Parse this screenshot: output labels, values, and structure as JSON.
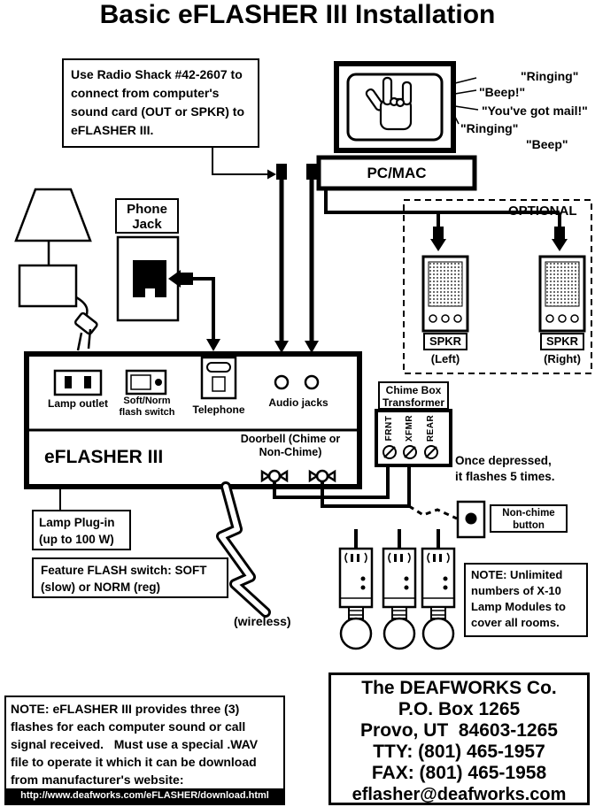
{
  "title": "Basic eFLASHER III Installation",
  "radio_note": "Use Radio Shack #42-2607 to connect from computer's sound card (OUT or SPKR) to eFLASHER III.",
  "computer": {
    "label": "PC/MAC"
  },
  "sounds": [
    "\"Ringing\"",
    "\"Beep!\"",
    "\"You've got mail!\"",
    "\"Ringing\"",
    "\"Beep\""
  ],
  "optional": {
    "label": "OPTIONAL",
    "speakers": [
      {
        "name": "SPKR",
        "pos": "(Left)"
      },
      {
        "name": "SPKR",
        "pos": "(Right)"
      }
    ]
  },
  "phone_jack_label": "Phone Jack",
  "flasher": {
    "name": "eFLASHER III",
    "lamp_outlet": "Lamp outlet",
    "flash_switch": "Soft/Norm flash switch",
    "telephone": "Telephone",
    "audio_jacks": "Audio jacks",
    "doorbell": "Doorbell (Chime or Non-Chime)"
  },
  "chime_box": {
    "label": "Chime Box Transformer",
    "terminals": [
      "FRNT",
      "XFMR",
      "REAR"
    ]
  },
  "notes": {
    "once_depressed": "Once depressed, it flashes 5 times.",
    "non_chime_button": "Non-chime button",
    "lamp_plugin": "Lamp Plug-in (up to 100 W)",
    "feature_flash": "Feature FLASH switch: SOFT (slow) or NORM (reg)",
    "wireless": "(wireless)",
    "x10": "NOTE: Unlimited numbers of X-10 Lamp Modules to cover all rooms.",
    "bottom": "NOTE: eFLASHER III provides three (3) flashes for each computer sound or call signal received.   Must use a special .WAV file to operate it which it can be download from manufacturer's website:",
    "url": "http://www.deafworks.com/eFLASHER/download.html"
  },
  "company": {
    "lines": [
      "The DEAFWORKS Co.",
      "P.O. Box 1265",
      "Provo, UT  84603-1265",
      "TTY: (801) 465-1957",
      "FAX: (801) 465-1958",
      "eflasher@deafworks.com"
    ]
  }
}
